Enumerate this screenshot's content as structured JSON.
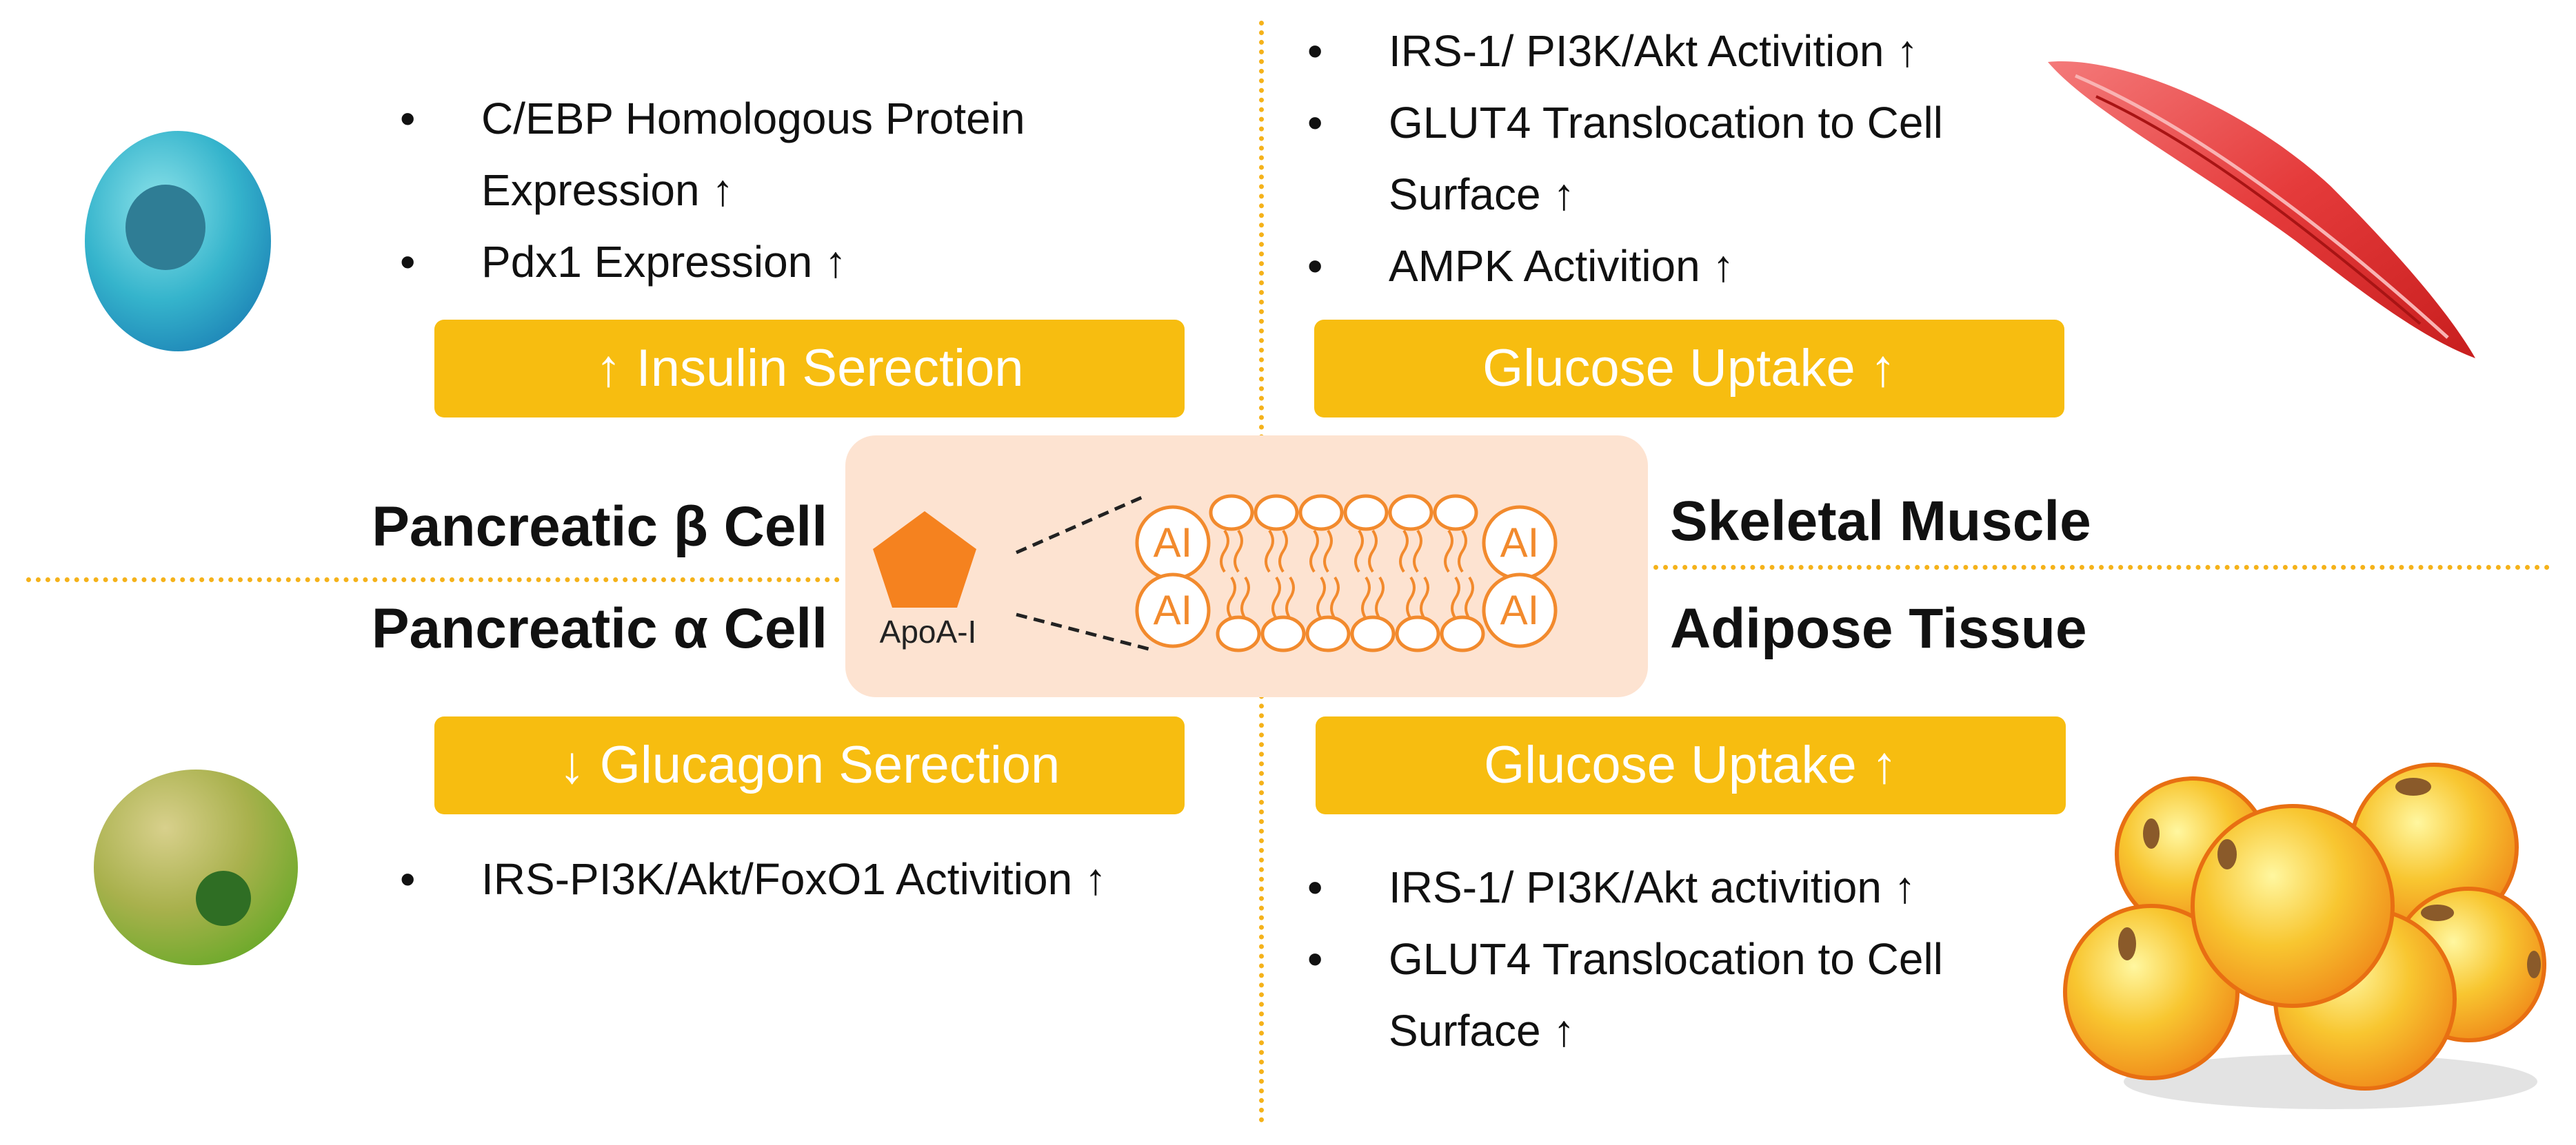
{
  "top_left": {
    "bullets": [
      "C/EBP Homologous Protein Expression ↑",
      "Pdx1 Expression ↑"
    ],
    "banner": "↑ Insulin Serection"
  },
  "top_right": {
    "bullets": [
      "IRS-1/ PI3K/Akt Activition ↑",
      "GLUT4 Translocation to Cell Surface ↑",
      "AMPK Activition ↑"
    ],
    "banner": "Glucose Uptake ↑"
  },
  "bottom_left": {
    "banner": "↓ Glucagon Serection",
    "bullets": [
      "IRS-PI3K/Akt/FoxO1 Activition ↑"
    ]
  },
  "bottom_right": {
    "banner": "Glucose Uptake ↑",
    "bullets": [
      "IRS-1/ PI3K/Akt activition ↑",
      "GLUT4 Translocation to Cell Surface ↑"
    ]
  },
  "labels": {
    "pancreatic_beta": "Pancreatic β Cell",
    "pancreatic_alpha": "Pancreatic α Cell",
    "skeletal_muscle": "Skeletal Muscle",
    "adipose_tissue": "Adipose Tissue"
  },
  "center": {
    "protein_label": "ApoA-I",
    "ai_label": "AI"
  },
  "colors": {
    "banner": "#f7bd10",
    "divider": "#f5b21a",
    "panel": "#fde3d1",
    "apoa1_orange": "#f5821f"
  },
  "icons": [
    "beta-cell-icon",
    "alpha-cell-icon",
    "skeletal-muscle-icon",
    "adipose-tissue-icon",
    "hdl-particle-icon"
  ]
}
